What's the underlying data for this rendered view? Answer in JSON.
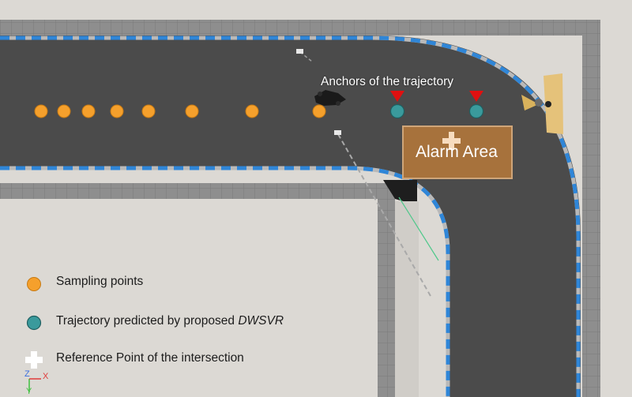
{
  "labels": {
    "anchors": "Anchors of the trajectory",
    "alarm_area": "Alarm Area"
  },
  "legend": {
    "sampling": "Sampling points",
    "trajectory_prefix": "Trajectory predicted by proposed ",
    "trajectory_method": "DWSVR",
    "reference": "Reference Point of the intersection"
  },
  "axis_gizmo": {
    "z": "Z",
    "x": "X",
    "y": "Y"
  },
  "colors": {
    "sampling_point": "#f5a02c",
    "trajectory_point": "#3a9a9c",
    "anchor_marker": "#e01010",
    "road": "#4b4b4b",
    "road_stripe": "#2f86d8",
    "alarm_area": "#a7723c",
    "wall": "#8a8a8a",
    "floor": "#d9d6d1"
  },
  "icons": {
    "reference_point": "white-cross-icon",
    "vehicle": "car-icon",
    "camera": "camera-icon"
  },
  "sampling_point_count": 8,
  "trajectory_point_count": 2,
  "anchor_marker_count": 2
}
